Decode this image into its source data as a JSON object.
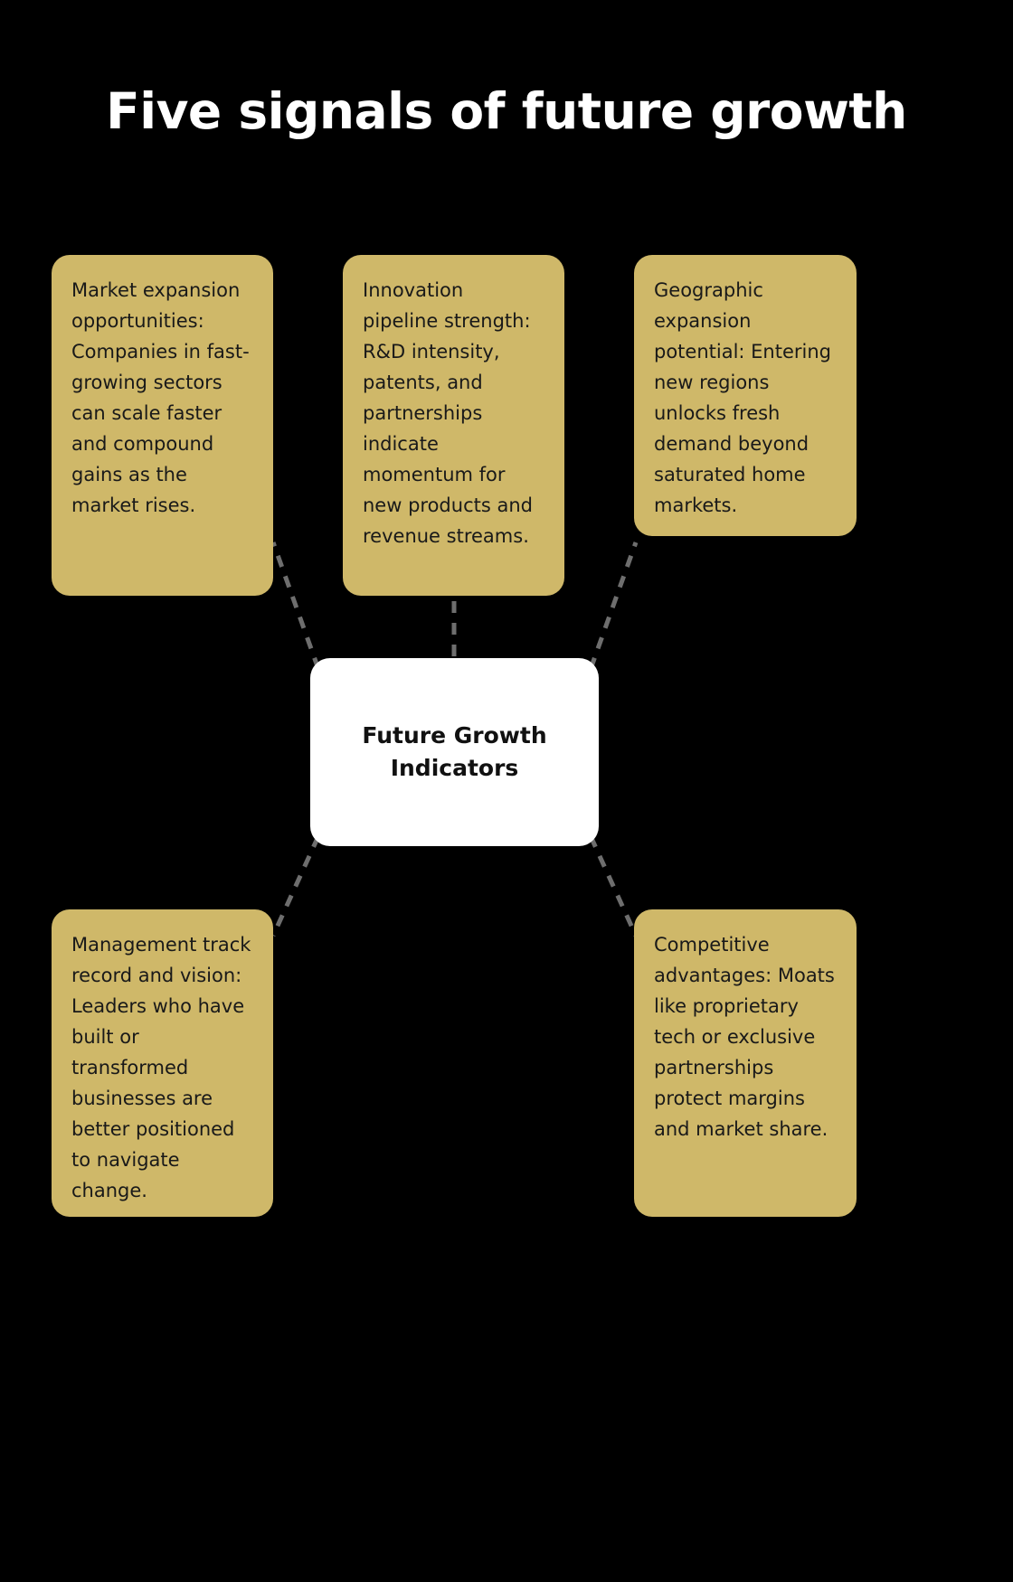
{
  "page": {
    "title": "Five signals of future growth",
    "background_color": "#000000",
    "title_color": "#ffffff"
  },
  "center": {
    "label": "Future Growth Indicators",
    "background_color": "#ffffff",
    "text_color": "#111111"
  },
  "style": {
    "card_color": "#cfb869",
    "card_text_color": "#191919",
    "connector_color": "#6e6e6e"
  },
  "cards": [
    {
      "id": "market-expansion-opportunities",
      "text": "Market expansion opportunities: Companies in fast-growing sectors can scale faster and compound gains as the market rises.",
      "position": "top-left"
    },
    {
      "id": "innovation-pipeline-strength",
      "text": "Innovation pipeline strength: R&D intensity, patents, and partnerships indicate momentum for new products and revenue streams.",
      "position": "top-center"
    },
    {
      "id": "geographic-expansion-potential",
      "text": "Geographic expansion potential: Entering new regions unlocks fresh demand beyond saturated home markets.",
      "position": "top-right"
    },
    {
      "id": "management-track-record-and-vision",
      "text": "Management track record and vision: Leaders who have built or transformed businesses are better positioned to navigate change.",
      "position": "bottom-left"
    },
    {
      "id": "competitive-advantages",
      "text": "Competitive advantages: Moats like proprietary tech or exclusive partnerships protect margins and market share.",
      "position": "bottom-right"
    }
  ],
  "connectors": [
    {
      "from": "center",
      "to": "market-expansion-opportunities"
    },
    {
      "from": "center",
      "to": "innovation-pipeline-strength"
    },
    {
      "from": "center",
      "to": "geographic-expansion-potential"
    },
    {
      "from": "center",
      "to": "management-track-record-and-vision"
    },
    {
      "from": "center",
      "to": "competitive-advantages"
    }
  ]
}
